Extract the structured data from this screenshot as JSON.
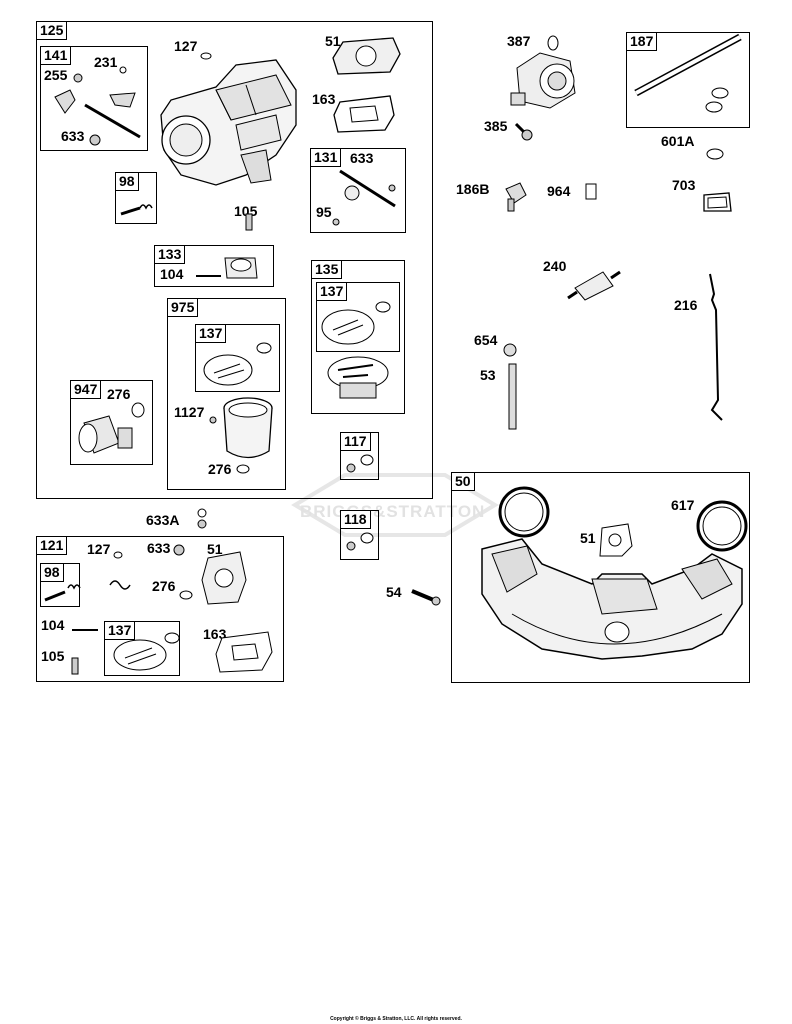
{
  "copyright": "Copyright © Briggs & Stratton, LLC. All rights reserved.",
  "watermark": "BRIGGS&STRATTON",
  "groups": {
    "g125": "125",
    "g141": "141",
    "g98a": "98",
    "g131": "131",
    "g133": "133",
    "g135": "135",
    "g137a": "137",
    "g975": "975",
    "g137b": "137",
    "g947": "947",
    "g117": "117",
    "g118": "118",
    "g121": "121",
    "g98b": "98",
    "g137c": "137",
    "g187": "187",
    "g50": "50"
  },
  "callouts": {
    "p127a": "127",
    "p51a": "51",
    "p231": "231",
    "p255": "255",
    "p163a": "163",
    "p633a": "633",
    "p633b": "633",
    "p105a": "105",
    "p95": "95",
    "p104a": "104",
    "p276a": "276",
    "p1127": "1127",
    "p276b": "276",
    "p633A": "633A",
    "p127b": "127",
    "p633c": "633",
    "p51b": "51",
    "p276c": "276",
    "p104b": "104",
    "p163b": "163",
    "p105b": "105",
    "p387": "387",
    "p385": "385",
    "p601A": "601A",
    "p186B": "186B",
    "p964": "964",
    "p703": "703",
    "p240": "240",
    "p216": "216",
    "p654": "654",
    "p53": "53",
    "p617": "617",
    "p51c": "51",
    "p54": "54"
  }
}
